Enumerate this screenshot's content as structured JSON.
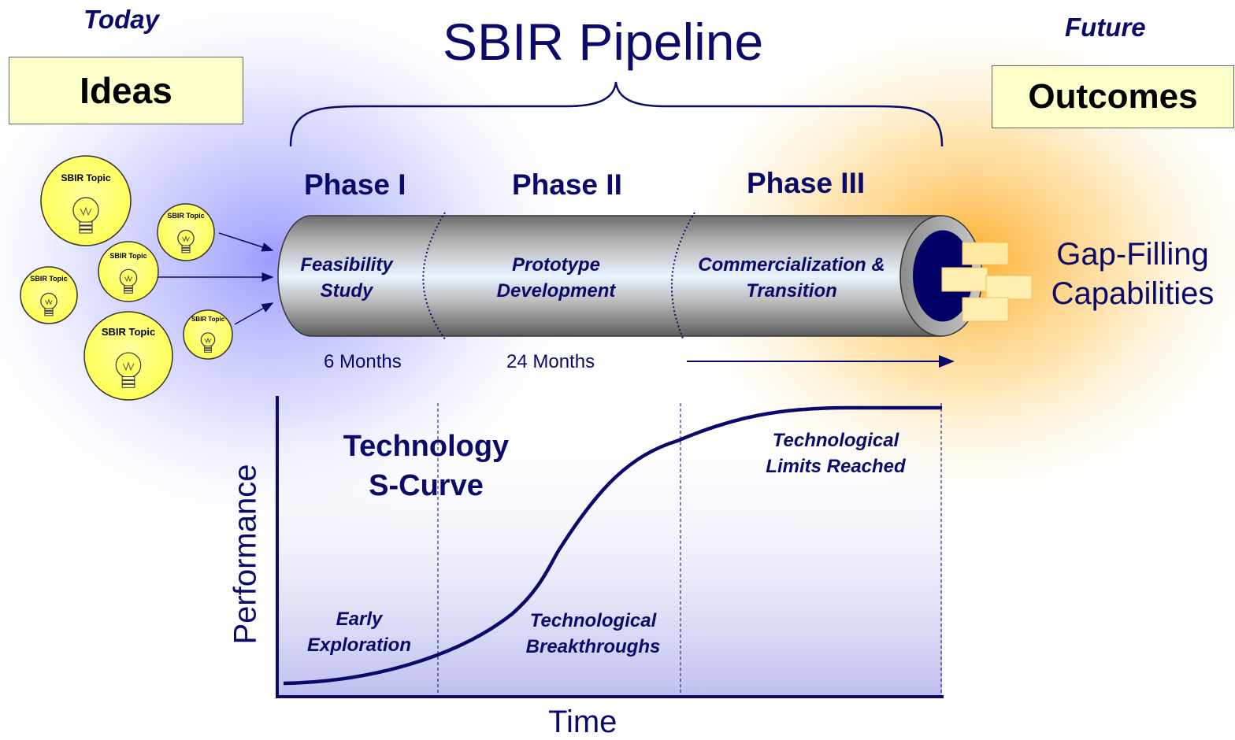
{
  "header": {
    "today_label": "Today",
    "future_label": "Future",
    "title": "SBIR Pipeline",
    "ideas_label": "Ideas",
    "outcomes_label": "Outcomes"
  },
  "topics": [
    "SBIR Topic",
    "SBIR Topic",
    "SBIR Topic",
    "SBIR Topic",
    "SBIR Topic",
    "SBIR Topic"
  ],
  "phases": [
    {
      "title": "Phase I",
      "desc_line1": "Feasibility",
      "desc_line2": "Study",
      "duration": "6 Months"
    },
    {
      "title": "Phase II",
      "desc_line1": "Prototype",
      "desc_line2": "Development",
      "duration": "24 Months"
    },
    {
      "title": "Phase III",
      "desc_line1": "Commercialization &",
      "desc_line2": "Transition",
      "duration": ""
    }
  ],
  "outcome": {
    "line1": "Gap-Filling",
    "line2": "Capabilities"
  },
  "s_curve": {
    "title_line1": "Technology",
    "title_line2": "S-Curve",
    "ylabel": "Performance",
    "xlabel": "Time",
    "stages": [
      {
        "line1": "Early",
        "line2": "Exploration"
      },
      {
        "line1": "Technological",
        "line2": "Breakthroughs"
      },
      {
        "line1": "Technological",
        "line2": "Limits Reached"
      }
    ]
  },
  "colors": {
    "navy": "#0a0a6b",
    "box_fill": "#ffffcc",
    "bulb_fill": "#ffff66",
    "glow_left": "#9999ff",
    "glow_right": "#ffb833"
  }
}
